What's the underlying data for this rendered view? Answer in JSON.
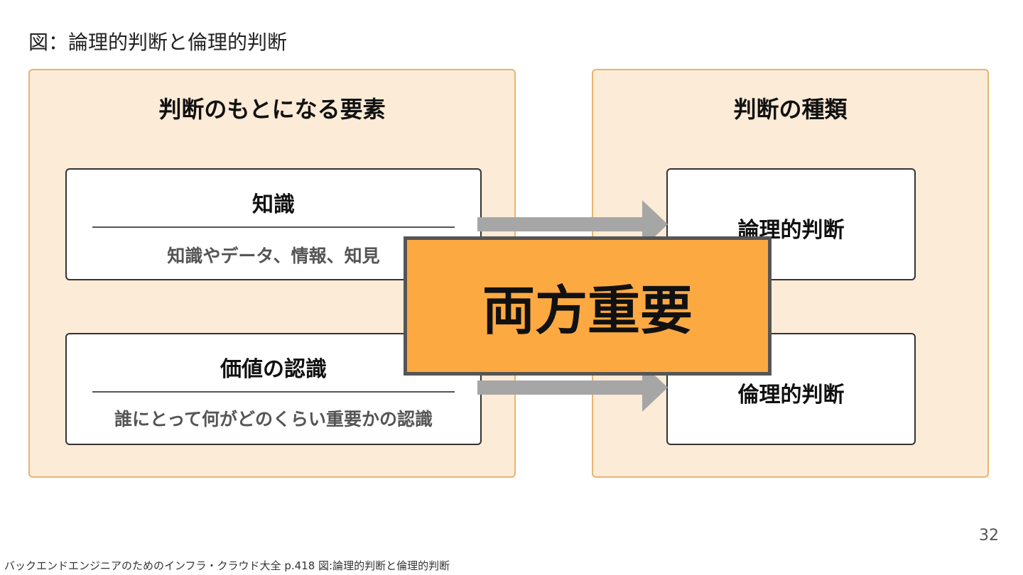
{
  "figure": {
    "title": "図：論理的判断と倫理的判断"
  },
  "left_panel": {
    "title": "判断のもとになる要素",
    "boxes": [
      {
        "title": "知識",
        "subtitle": "知識やデータ、情報、知見"
      },
      {
        "title": "価値の認識",
        "subtitle": "誰にとって何がどのくらい重要かの認識"
      }
    ]
  },
  "right_panel": {
    "title": "判断の種類",
    "items": [
      {
        "label": "論理的判断"
      },
      {
        "label": "倫理的判断"
      }
    ]
  },
  "overlay": {
    "text": "両方重要"
  },
  "page_number": "32",
  "footer": {
    "source": "バックエンドエンジニアのためのインフラ・クラウド大全 p.418 図:論理的判断と倫理的判断"
  },
  "colors": {
    "panel_fill": "#fcebd6",
    "panel_border": "#e9b46f",
    "overlay_fill": "#fca942",
    "arrow": "#a6a6a6"
  }
}
